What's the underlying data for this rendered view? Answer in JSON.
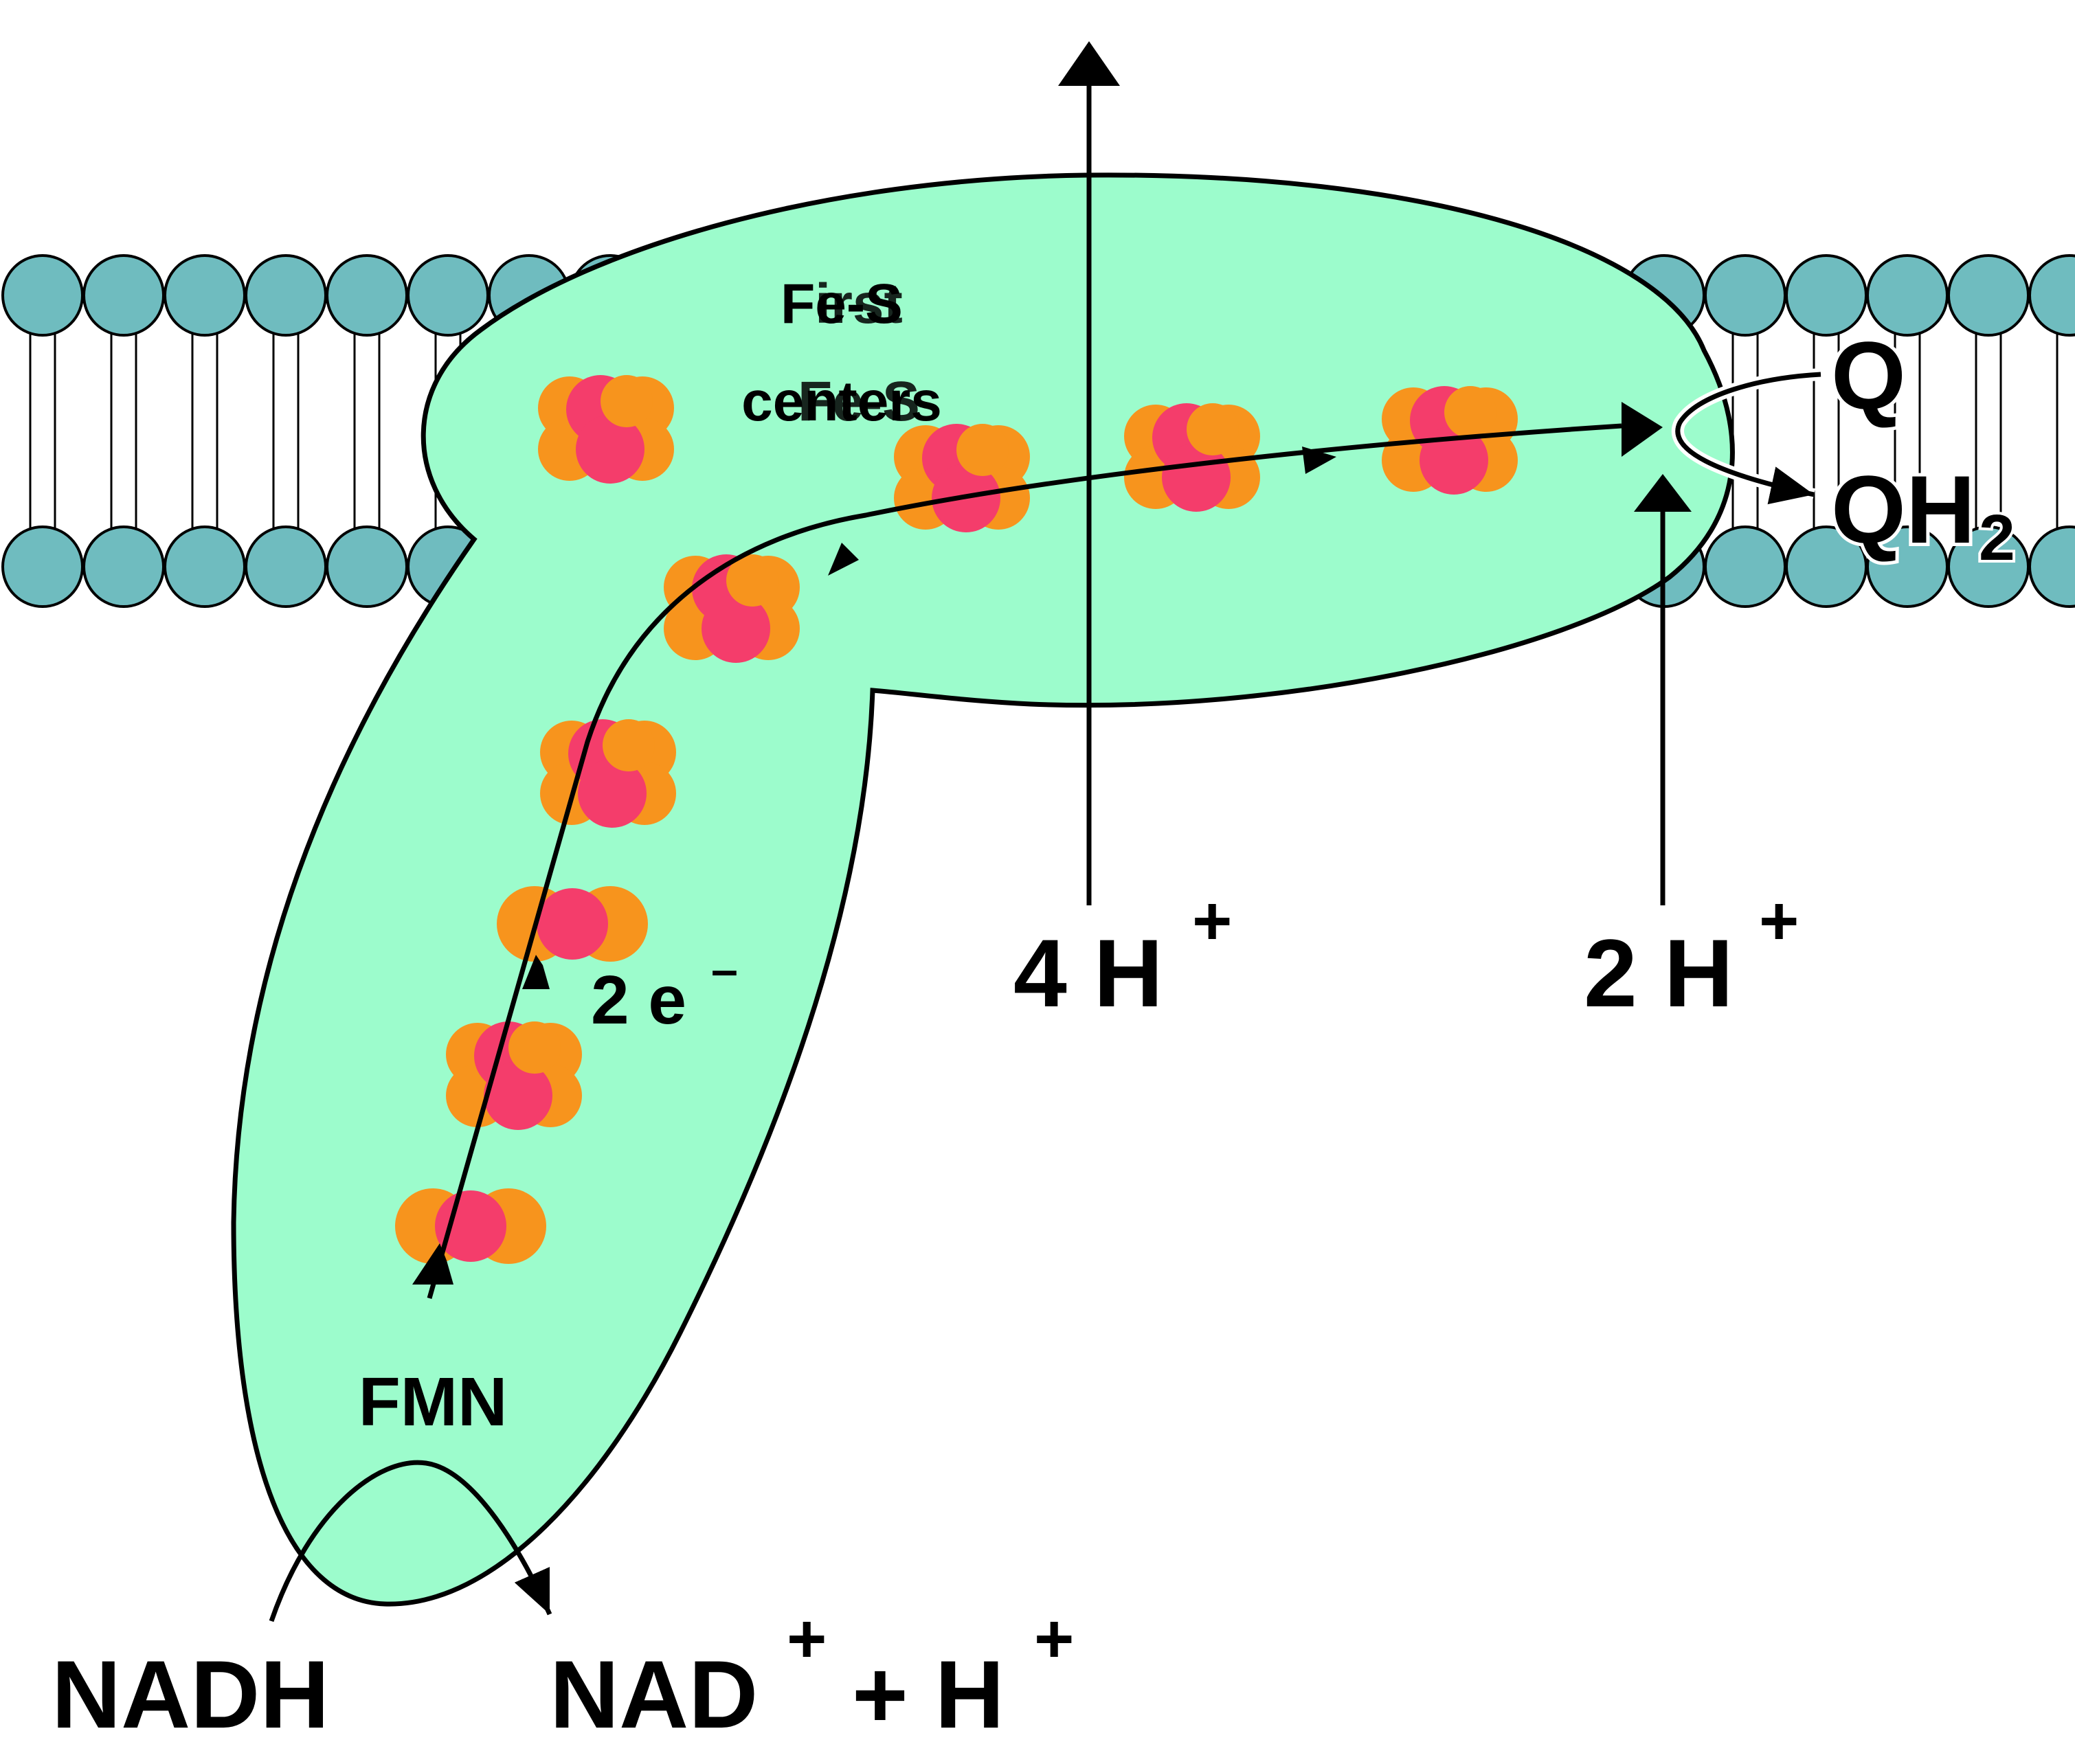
{
  "labels": {
    "fes_title_a": "Fe-S",
    "fes_title_b": "centers",
    "fes_overlay_a": "First",
    "fes_overlay_b": "Fe-S",
    "two_e": "2 e",
    "two_e_sup": "–",
    "fmn": "FMN",
    "nadh": "NADH",
    "nad_plus": "NAD",
    "nad_plus_sup": "+",
    "nad_h": "+ H",
    "nad_h_sup": "+",
    "four_h": "4 H",
    "four_h_sup": "+",
    "two_h": "2 H",
    "two_h_sup": "+",
    "q": "Q",
    "qh2": "QH",
    "qh2_sub": "2"
  },
  "colors": {
    "complex_fill": "#9cfccc",
    "lipid_head": "#6fbcbf",
    "cluster_orange": "#f7941d",
    "cluster_red": "#f43d6b",
    "stroke": "#000000"
  }
}
